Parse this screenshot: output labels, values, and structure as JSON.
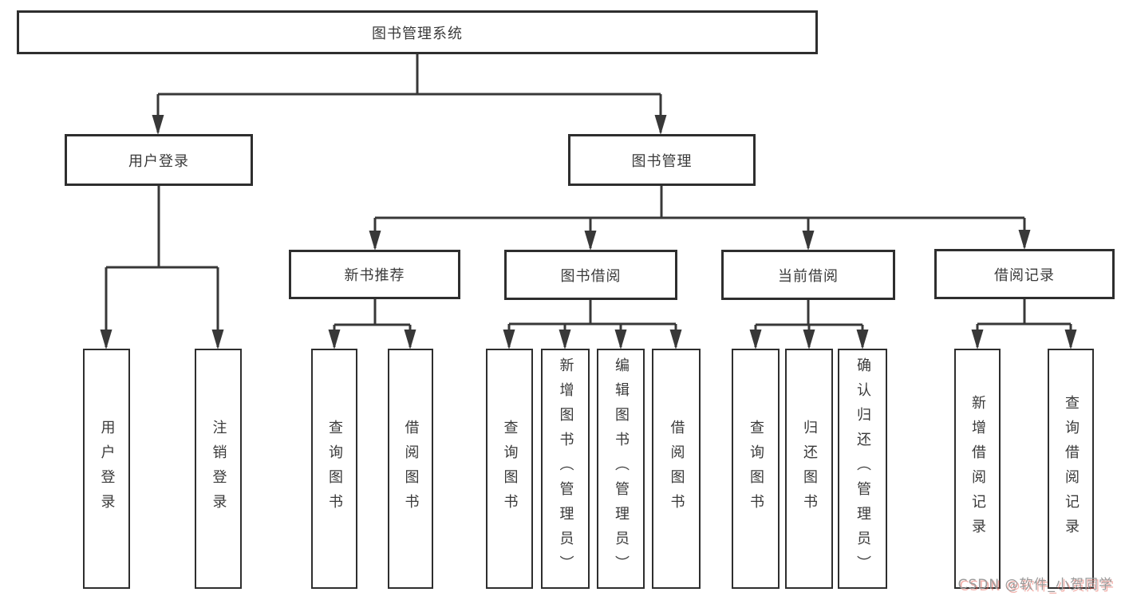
{
  "diagram": {
    "title": "图书管理系统",
    "nodes": [
      {
        "id": "root",
        "label": "图书管理系统"
      },
      {
        "id": "user-login",
        "label": "用户登录"
      },
      {
        "id": "book-mgmt",
        "label": "图书管理"
      },
      {
        "id": "new-book-rec",
        "label": "新书推荐"
      },
      {
        "id": "book-borrow",
        "label": "图书借阅"
      },
      {
        "id": "current-borrow",
        "label": "当前借阅"
      },
      {
        "id": "borrow-record",
        "label": "借阅记录"
      },
      {
        "id": "leaf-user-login",
        "label": "用户登录"
      },
      {
        "id": "leaf-logout",
        "label": "注销登录"
      },
      {
        "id": "leaf-nbr-query-book",
        "label": "查询图书"
      },
      {
        "id": "leaf-nbr-borrow-book",
        "label": "借阅图书"
      },
      {
        "id": "leaf-bb-query-book",
        "label": "查询图书"
      },
      {
        "id": "leaf-bb-add-book",
        "label": "新增图书（管理员）"
      },
      {
        "id": "leaf-bb-edit-book",
        "label": "编辑图书（管理员）"
      },
      {
        "id": "leaf-bb-borrow-book",
        "label": "借阅图书"
      },
      {
        "id": "leaf-cb-query-book",
        "label": "查询图书"
      },
      {
        "id": "leaf-cb-return-book",
        "label": "归还图书"
      },
      {
        "id": "leaf-cb-confirm-return",
        "label": "确认归还（管理员）"
      },
      {
        "id": "leaf-br-add-record",
        "label": "新增借阅记录"
      },
      {
        "id": "leaf-br-query-record",
        "label": "查询借阅记录"
      }
    ],
    "edges": [
      [
        "root",
        "user-login"
      ],
      [
        "root",
        "book-mgmt"
      ],
      [
        "user-login",
        "leaf-user-login"
      ],
      [
        "user-login",
        "leaf-logout"
      ],
      [
        "book-mgmt",
        "new-book-rec"
      ],
      [
        "book-mgmt",
        "book-borrow"
      ],
      [
        "book-mgmt",
        "current-borrow"
      ],
      [
        "book-mgmt",
        "borrow-record"
      ],
      [
        "new-book-rec",
        "leaf-nbr-query-book"
      ],
      [
        "new-book-rec",
        "leaf-nbr-borrow-book"
      ],
      [
        "book-borrow",
        "leaf-bb-query-book"
      ],
      [
        "book-borrow",
        "leaf-bb-add-book"
      ],
      [
        "book-borrow",
        "leaf-bb-edit-book"
      ],
      [
        "book-borrow",
        "leaf-bb-borrow-book"
      ],
      [
        "current-borrow",
        "leaf-cb-query-book"
      ],
      [
        "current-borrow",
        "leaf-cb-return-book"
      ],
      [
        "current-borrow",
        "leaf-cb-confirm-return"
      ],
      [
        "borrow-record",
        "leaf-br-add-record"
      ],
      [
        "borrow-record",
        "leaf-br-query-record"
      ]
    ]
  },
  "colors": {
    "line": "#383838",
    "box_border": "#2e2e2e",
    "box_bg": "#ffffff",
    "label_text": "#3a3a3a",
    "watermark_text": "#9a9a9a",
    "watermark_shadow": "#e86256"
  },
  "watermark": {
    "text": "CSDN @软件_小贺同学"
  }
}
